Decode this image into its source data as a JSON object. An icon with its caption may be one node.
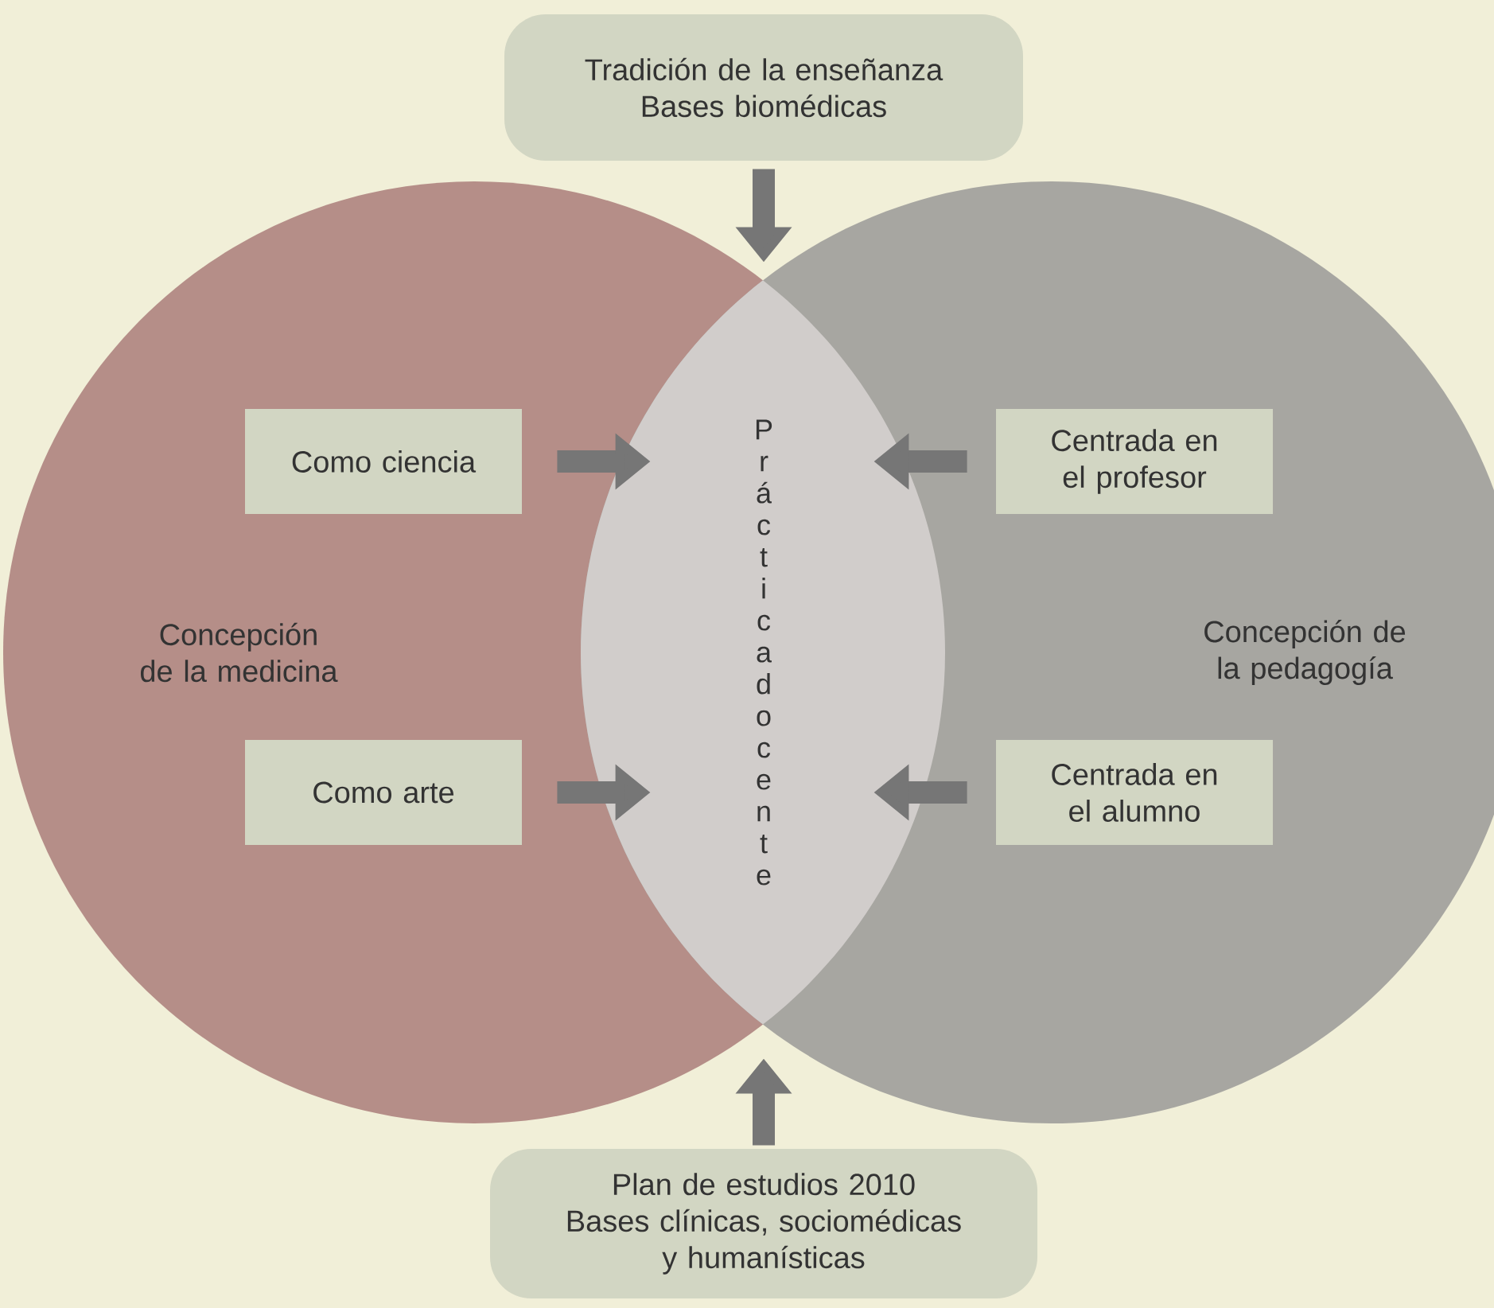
{
  "diagram": {
    "nodes": [
      {
        "text": [
          "Concepción de la medicina"
        ]
      },
      {
        "text": [
          "Concepción de la pedagogía"
        ]
      },
      {
        "text": [
          "Práctica docente"
        ]
      },
      {
        "text": [
          "Tradición de la enseñanza",
          "Bases biomédicas"
        ]
      },
      {
        "text": [
          "Como ciencia"
        ],
        "in": 0
      },
      {
        "text": [
          "Como arte"
        ],
        "in": 0
      },
      {
        "text": [
          "Centrada en el profesor"
        ],
        "in": 1
      },
      {
        "text": [
          "Centrada en el alumno"
        ],
        "in": 1
      },
      {
        "text": [
          "Plan de estudios 2010",
          "Bases clínicas, sociomédicas y humanísticas"
        ]
      }
    ],
    "edges": [
      {
        "from": 3,
        "to": 2,
        "arrow": "to"
      },
      {
        "from": 4,
        "to": 2,
        "arrow": "to"
      },
      {
        "from": 5,
        "to": 2,
        "arrow": "to"
      },
      {
        "from": 6,
        "to": 2,
        "arrow": "to"
      },
      {
        "from": 7,
        "to": 2,
        "arrow": "to"
      },
      {
        "from": 8,
        "to": 2,
        "arrow": "to"
      }
    ]
  }
}
